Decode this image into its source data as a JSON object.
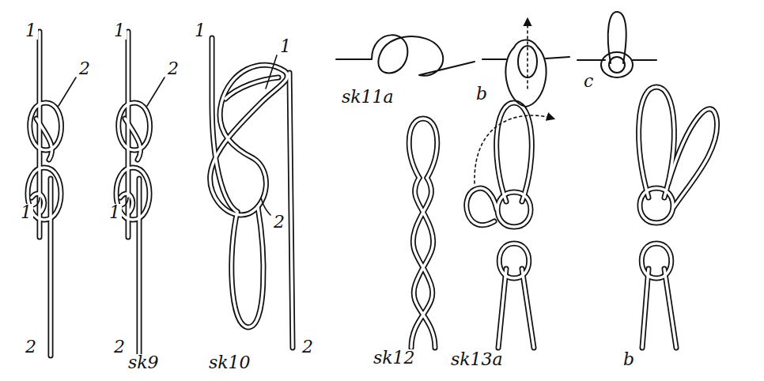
{
  "diagram": {
    "labels": [
      "1",
      "2",
      "1",
      "2",
      "1",
      "2",
      "1",
      "2",
      "sk9",
      "1",
      "1",
      "2",
      "2",
      "sk10",
      "sk11a",
      "b",
      "c",
      "sk12",
      "sk13a",
      "b"
    ]
  }
}
